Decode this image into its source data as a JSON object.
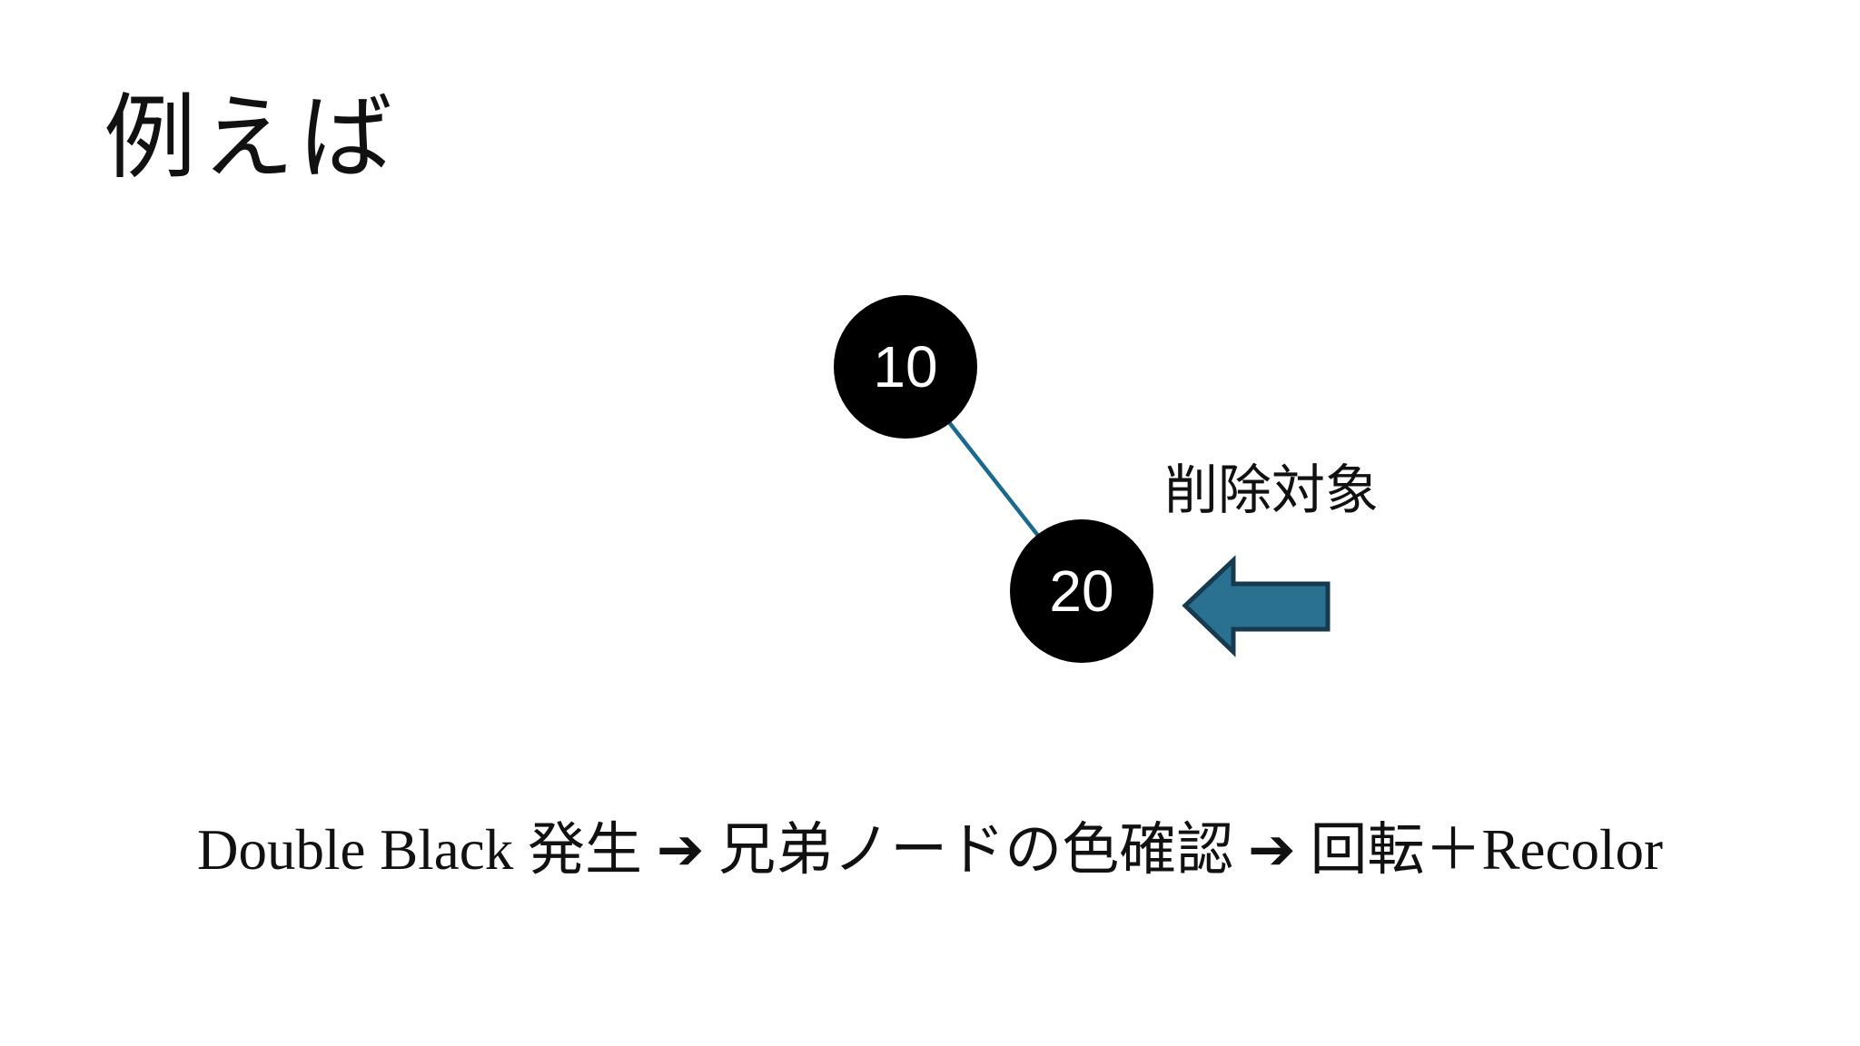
{
  "slide": {
    "title": "例えば",
    "background_color": "#ffffff",
    "text_color": "#111111"
  },
  "tree": {
    "node_fill": "#000000",
    "node_text_color": "#ffffff",
    "edge_color": "#1b6a8e",
    "nodes": [
      {
        "label": "10",
        "color": "black"
      },
      {
        "label": "20",
        "color": "black"
      }
    ]
  },
  "annotation": {
    "label": "削除対象",
    "arrow_fill": "#2a7090",
    "arrow_stroke": "#173a4f"
  },
  "footer": {
    "text": "Double Black 発生 ➔ 兄弟ノードの色確認 ➔ 回転＋Recolor"
  }
}
